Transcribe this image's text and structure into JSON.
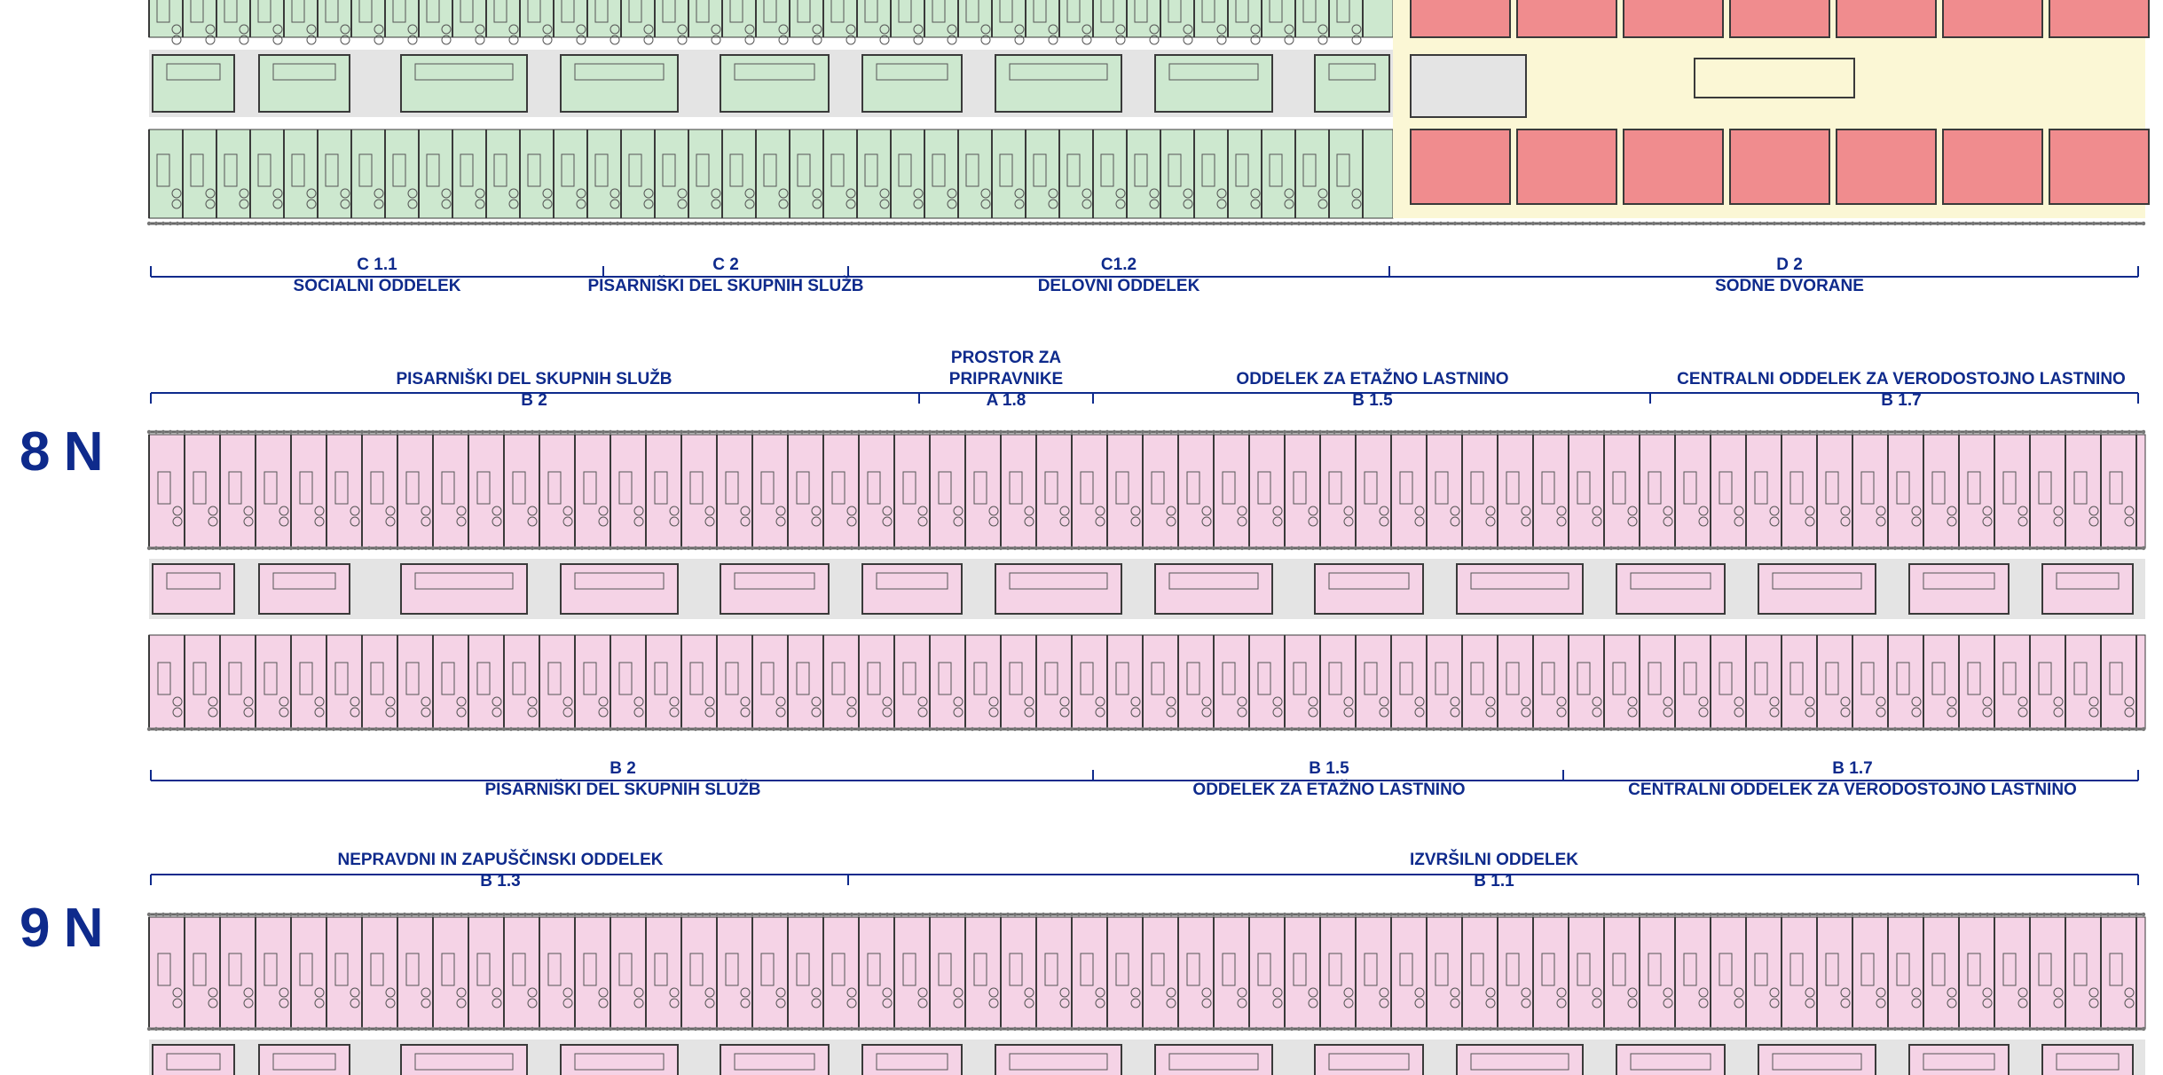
{
  "floors": [
    {
      "label": "8 N"
    },
    {
      "label": "9 N"
    }
  ],
  "zones_top_plan_bottom": [
    {
      "code": "C 1.1",
      "name": "SOCIALNI ODDELEK"
    },
    {
      "code": "C 2",
      "name": "PISARNIŠKI DEL SKUPNIH SLUŽB"
    },
    {
      "code": "C1.2",
      "name": "DELOVNI ODDELEK"
    },
    {
      "code": "D 2",
      "name": "SODNE DVORANE"
    }
  ],
  "zones_8n_top": [
    {
      "name": "PISARNIŠKI DEL SKUPNIH SLUŽB",
      "code": "B 2"
    },
    {
      "name": "PROSTOR ZA PRIPRAVNIKE",
      "code": "A 1.8"
    },
    {
      "name": "ODDELEK ZA ETAŽNO LASTNINO",
      "code": "B 1.5"
    },
    {
      "name": "CENTRALNI ODDELEK ZA VERODOSTOJNO LASTNINO",
      "code": "B 1.7"
    }
  ],
  "zones_8n_bottom": [
    {
      "code": "B 2",
      "name": "PISARNIŠKI DEL SKUPNIH SLUŽB"
    },
    {
      "code": "B 1.5",
      "name": "ODDELEK ZA ETAŽNO LASTNINO"
    },
    {
      "code": "B 1.7",
      "name": "CENTRALNI ODDELEK ZA VERODOSTOJNO LASTNINO"
    }
  ],
  "zones_9n_top": [
    {
      "name": "NEPRAVDNI IN ZAPUŠČINSKI ODDELEK",
      "code": "B 1.3"
    },
    {
      "name": "IZVRŠILNI ODDELEK",
      "code": "B 1.1"
    }
  ],
  "colors": {
    "annotation_blue": "#0e2a8c",
    "office_green": "#cde8cf",
    "office_pink": "#f5d3e6",
    "courtroom_red": "#f08c8e",
    "hall_yellow": "#fbf7d5",
    "corridor_gray": "#e4e4e4",
    "wall_dark": "#3a3a3a"
  }
}
